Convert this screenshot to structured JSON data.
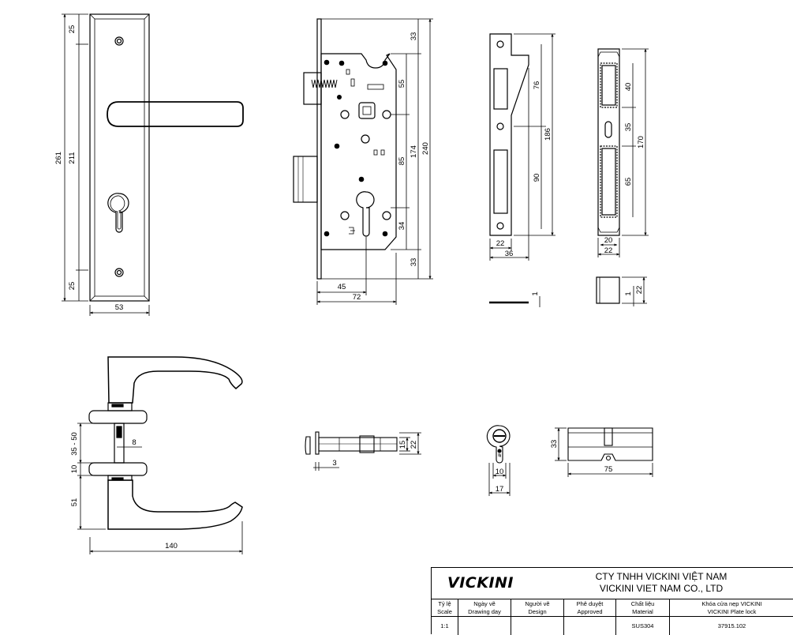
{
  "dimensions": {
    "plate_261": "261",
    "plate_211": "211",
    "plate_25_top": "25",
    "plate_25_bottom": "25",
    "plate_53": "53",
    "lock_33_top": "33",
    "lock_55": "55",
    "lock_174": "174",
    "lock_240": "240",
    "lock_85": "85",
    "lock_34": "34",
    "lock_33_bottom": "33",
    "lock_45": "45",
    "lock_72": "72",
    "strike_76": "76",
    "strike_186": "186",
    "strike_90": "90",
    "strike_22": "22",
    "strike_36": "36",
    "strike_1": "1",
    "box_40": "40",
    "box_35": "35",
    "box_170": "170",
    "box_65": "65",
    "box_20": "20",
    "box_22": "22",
    "box_1": "1",
    "box_22_side": "22",
    "handle_35_50": "35 - 50",
    "handle_8": "8",
    "handle_10": "10",
    "handle_51": "51",
    "handle_140": "140",
    "latch_15": "15",
    "latch_22": "22",
    "latch_3": "3",
    "cyl_10": "10",
    "cyl_17": "17",
    "cyl_33": "33",
    "cyl_75": "75"
  },
  "title_block": {
    "logo": "VICKINI",
    "company_vn": "CTY TNHH VICKINI VIỆT NAM",
    "company_en": "VICKINI VIET NAM CO., LTD",
    "columns": [
      {
        "vn": "Tỷ lệ",
        "en": "Scale",
        "value": "1:1"
      },
      {
        "vn": "Ngày vẽ",
        "en": "Drawing day",
        "value": ""
      },
      {
        "vn": "Người vẽ",
        "en": "Design",
        "value": ""
      },
      {
        "vn": "Phê duyệt",
        "en": "Approved",
        "value": ""
      },
      {
        "vn": "Chất liệu",
        "en": "Material",
        "value": "SUS304"
      },
      {
        "vn": "Khóa cửa nẹp VICKINI",
        "en": "VICKINI Plate lock",
        "value": "37915.102"
      }
    ]
  },
  "colors": {
    "line": "#000000",
    "paper": "#ffffff"
  }
}
